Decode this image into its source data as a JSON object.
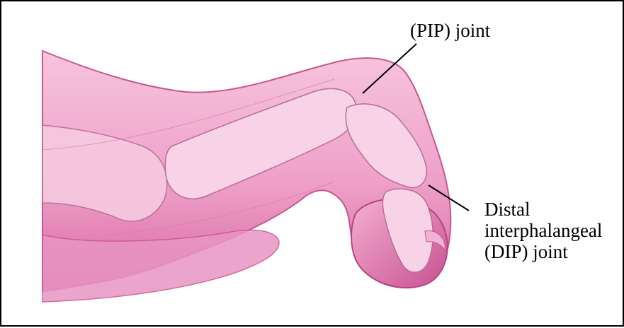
{
  "labels": {
    "pip": "(PIP) joint",
    "dip_line1": "Distal",
    "dip_line2": "interphalangeal",
    "dip_line3": "(DIP) joint"
  },
  "colors": {
    "skin_light": "#f5b4d6",
    "skin_mid": "#e98cbd",
    "skin_dark": "#c14c8a",
    "bone": "#f8d2e6",
    "bone_outline": "#b86d98",
    "leader": "#000000",
    "frame": "#000000"
  }
}
